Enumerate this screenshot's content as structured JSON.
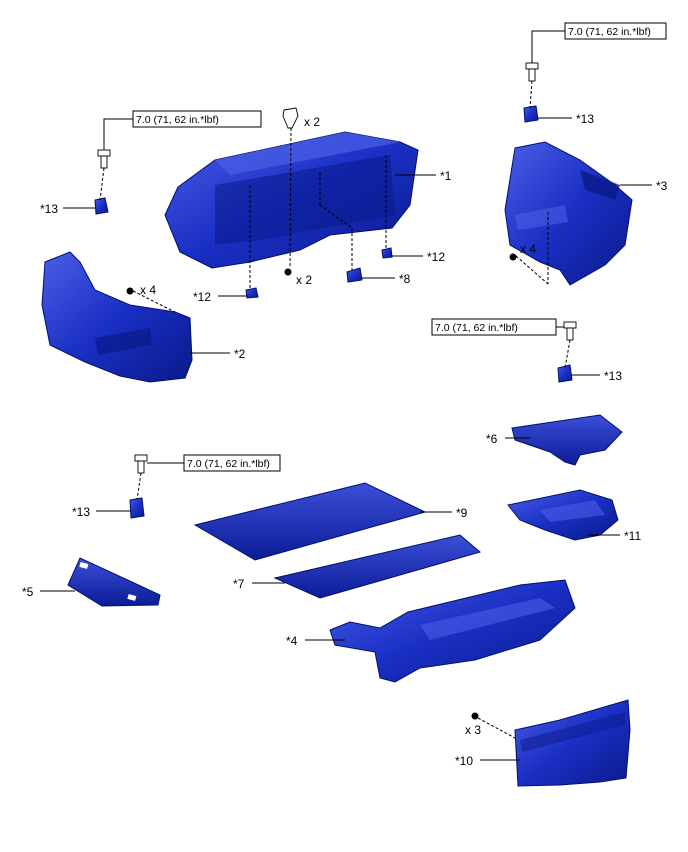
{
  "colors": {
    "part_fill_light": "#3b4fd8",
    "part_fill_mid": "#1a2fc4",
    "part_fill_dark": "#0a1a8a",
    "line": "#000000",
    "background": "#ffffff"
  },
  "torque_spec": "7.0 (71, 62 in.*lbf)",
  "torque_specs": [
    {
      "id": "t1",
      "text": "7.0 (71, 62 in.*lbf)"
    },
    {
      "id": "t2",
      "text": "7.0 (71, 62 in.*lbf)"
    },
    {
      "id": "t3",
      "text": "7.0 (71, 62 in.*lbf)"
    },
    {
      "id": "t4",
      "text": "7.0 (71, 62 in.*lbf)"
    }
  ],
  "callouts": [
    {
      "id": "c1",
      "text": "*1"
    },
    {
      "id": "c2",
      "text": "*2"
    },
    {
      "id": "c3",
      "text": "*3"
    },
    {
      "id": "c4",
      "text": "*4"
    },
    {
      "id": "c5",
      "text": "*5"
    },
    {
      "id": "c6",
      "text": "*6"
    },
    {
      "id": "c7",
      "text": "*7"
    },
    {
      "id": "c8",
      "text": "*8"
    },
    {
      "id": "c9",
      "text": "*9"
    },
    {
      "id": "c10",
      "text": "*10"
    },
    {
      "id": "c11",
      "text": "*11"
    },
    {
      "id": "c12a",
      "text": "*12"
    },
    {
      "id": "c12b",
      "text": "*12"
    },
    {
      "id": "c13a",
      "text": "*13"
    },
    {
      "id": "c13b",
      "text": "*13"
    },
    {
      "id": "c13c",
      "text": "*13"
    },
    {
      "id": "c13d",
      "text": "*13"
    }
  ],
  "quantities": [
    {
      "id": "q1",
      "text": "x 2"
    },
    {
      "id": "q2",
      "text": "x 2"
    },
    {
      "id": "q3",
      "text": "x 4"
    },
    {
      "id": "q4",
      "text": "x 4"
    },
    {
      "id": "q5",
      "text": "x 3"
    }
  ]
}
